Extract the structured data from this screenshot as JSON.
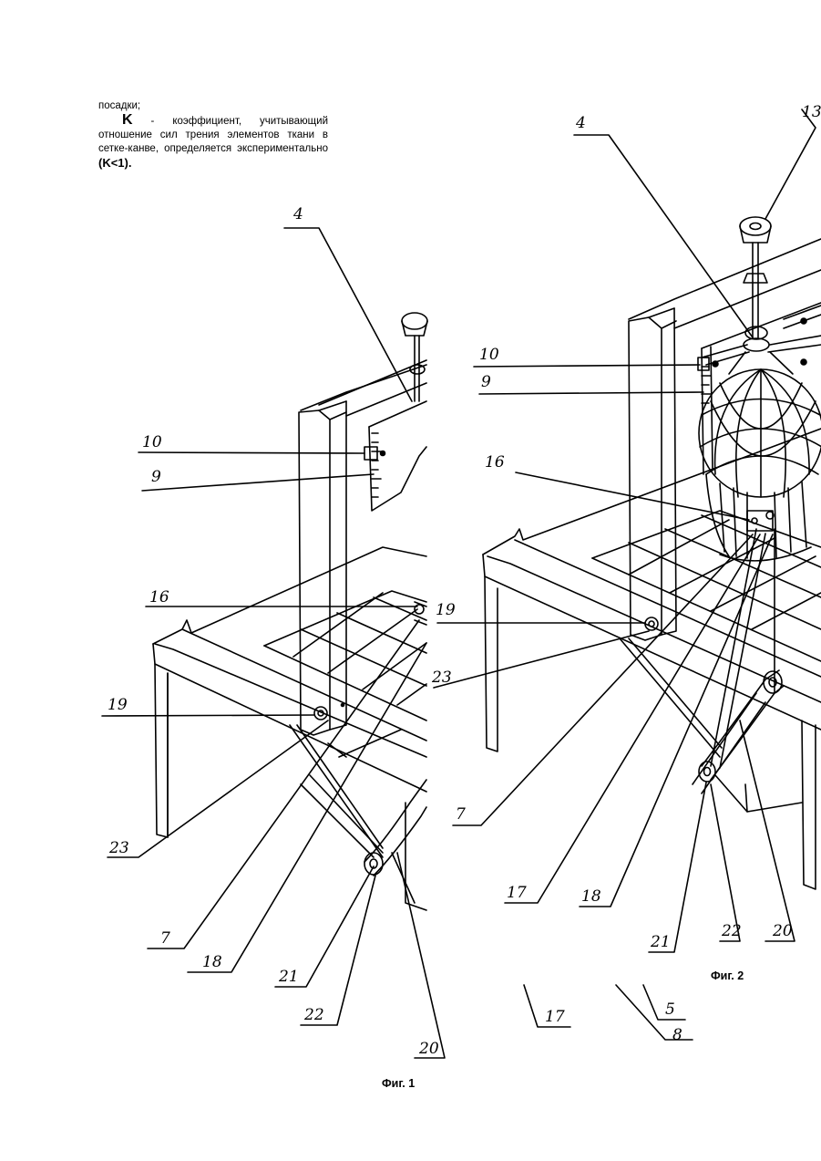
{
  "text": {
    "line1": "посадки;",
    "k_symbol": "K",
    "k_desc": "- коэффициент, учитывающий отношение сил трения элементов ткани в сетке-канве, определяется экспериментально",
    "k_cond": "(K<1)."
  },
  "fig1": {
    "caption": "Фиг. 1",
    "labels": [
      "4",
      "10",
      "9",
      "16",
      "19",
      "23",
      "7",
      "18",
      "21",
      "22",
      "20"
    ]
  },
  "fig2": {
    "caption": "Фиг. 2",
    "labels": [
      "4",
      "13",
      "10",
      "9",
      "16",
      "19",
      "23",
      "7",
      "17",
      "18",
      "21",
      "22",
      "20",
      "17",
      "5",
      "8"
    ]
  }
}
